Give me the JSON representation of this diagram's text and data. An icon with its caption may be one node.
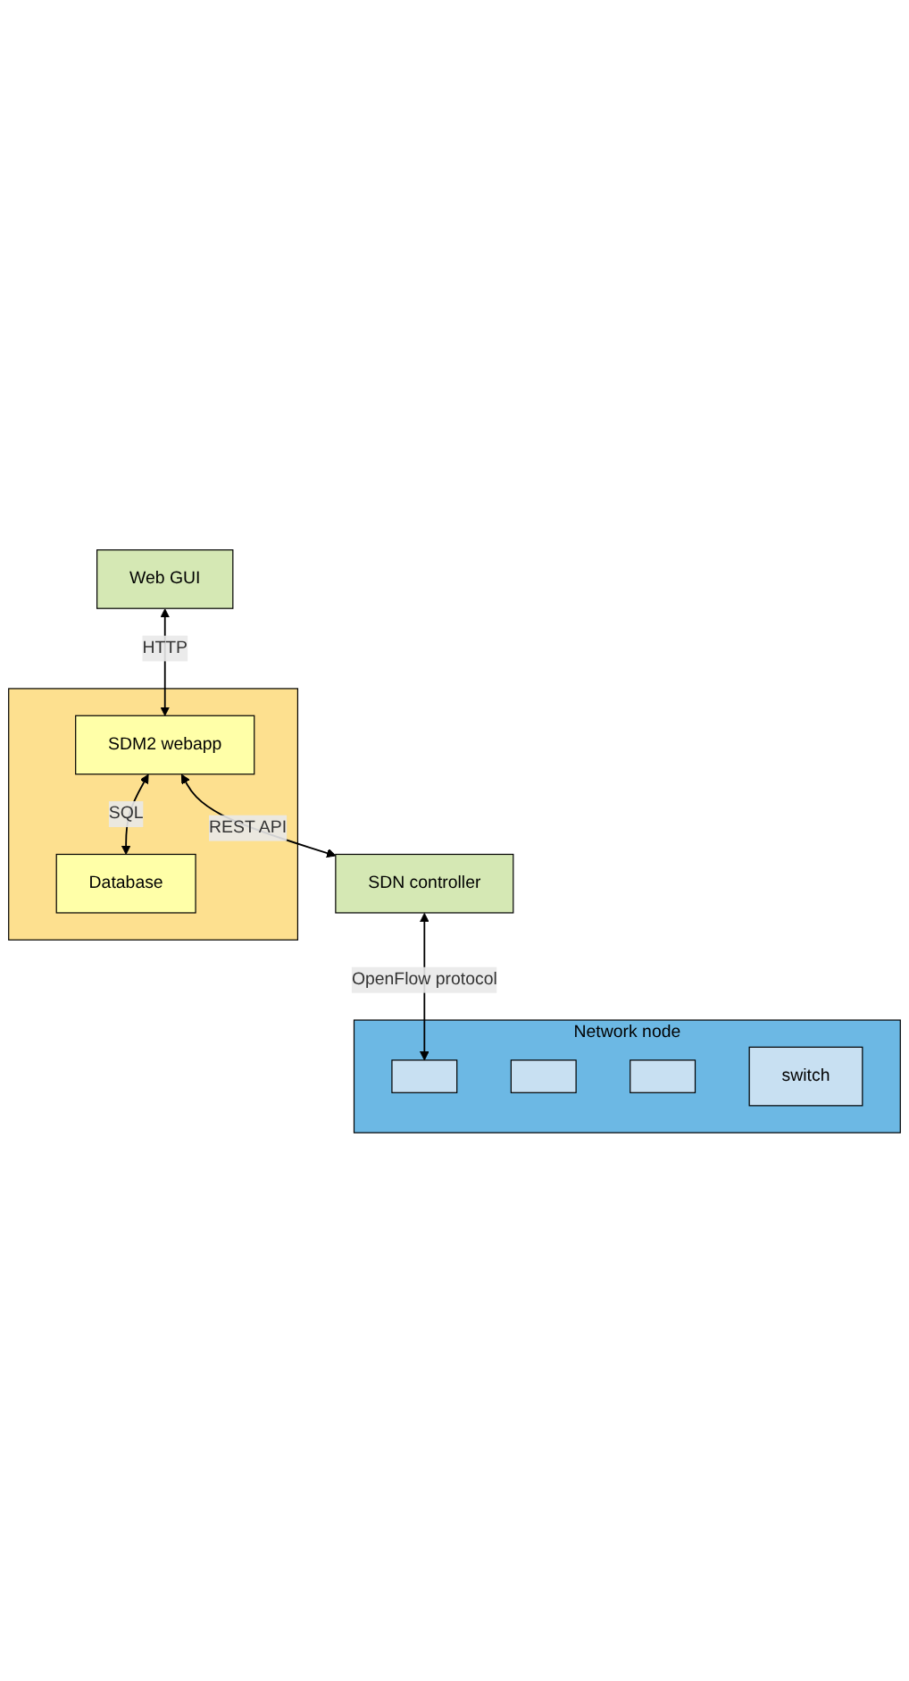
{
  "diagram": {
    "nodes": [
      {
        "text": [
          "Web GUI"
        ]
      },
      {
        "text": [],
        "shape": "box"
      },
      {
        "text": [
          "SDM2 webapp"
        ],
        "in": 1
      },
      {
        "text": [
          "Database"
        ],
        "in": 1
      },
      {
        "text": [
          "SDN controller"
        ]
      },
      {
        "text": [
          "Network node"
        ]
      },
      {
        "text": [],
        "shape": "box",
        "in": 5
      },
      {
        "text": [],
        "shape": "box",
        "in": 5
      },
      {
        "text": [],
        "shape": "box",
        "in": 5
      },
      {
        "text": [
          "switch"
        ],
        "in": 5
      }
    ],
    "edges": [
      {
        "from": 0,
        "to": 2,
        "arrow": "both",
        "label": "HTTP"
      },
      {
        "from": 2,
        "to": 3,
        "arrow": "both",
        "label": "SQL"
      },
      {
        "from": 2,
        "to": 4,
        "arrow": "both",
        "label": "REST API"
      },
      {
        "from": 4,
        "to": 6,
        "arrow": "both",
        "label": "OpenFlow protocol"
      }
    ]
  }
}
